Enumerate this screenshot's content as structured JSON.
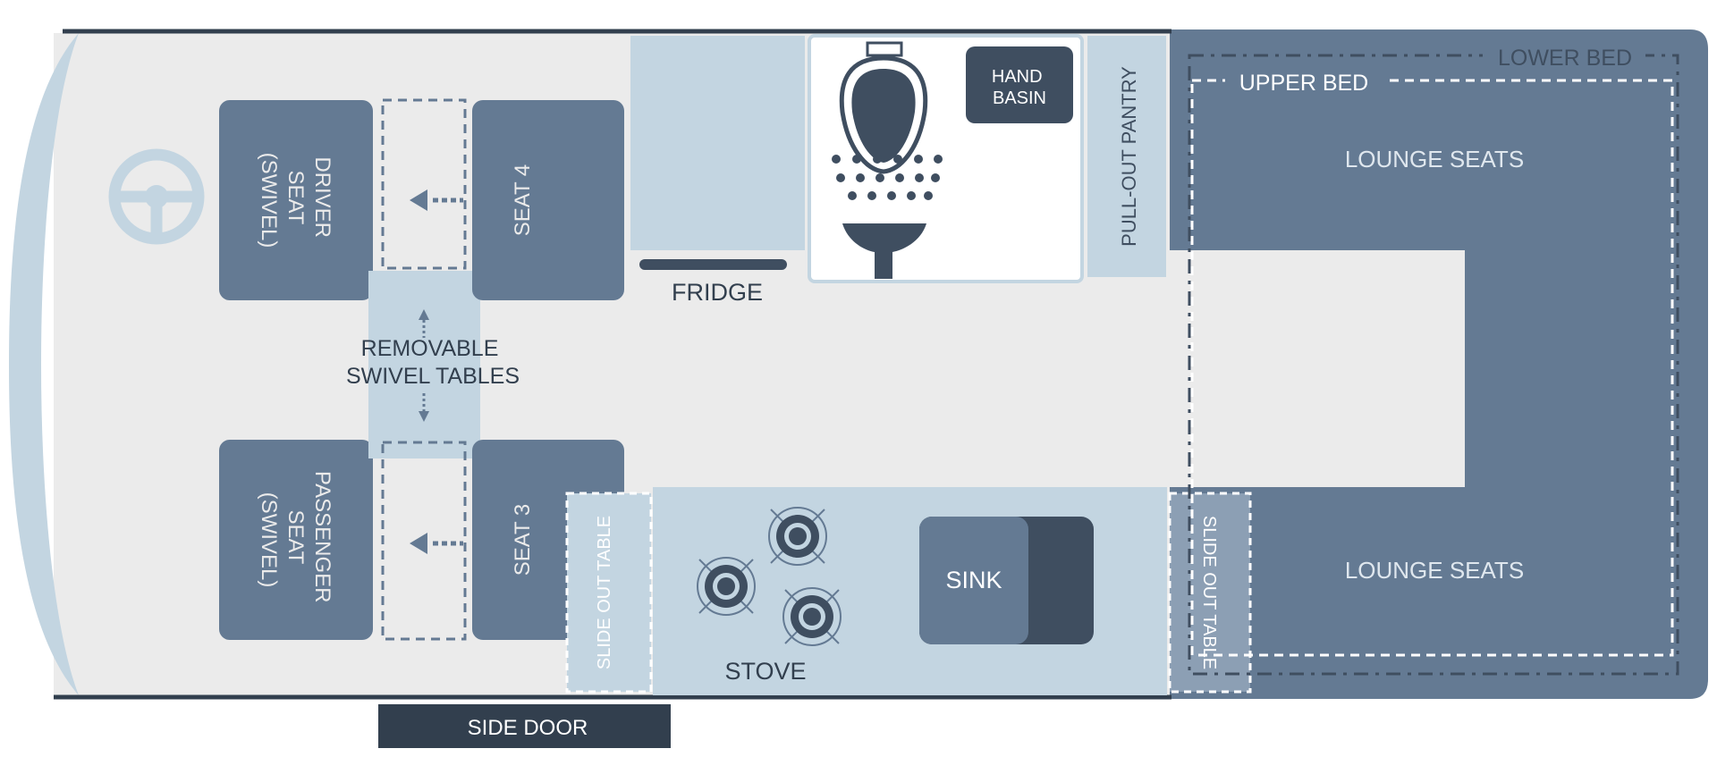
{
  "labels": {
    "driver_seat": [
      "DRIVER",
      "SEAT",
      "(SWIVEL)"
    ],
    "passenger_seat": [
      "PASSENGER",
      "SEAT",
      "(SWIVEL)"
    ],
    "seat4": "SEAT 4",
    "seat3": "SEAT 3",
    "fridge": "FRIDGE",
    "hand_basin": [
      "HAND",
      "BASIN"
    ],
    "pantry": "PULL-OUT PANTRY",
    "lower_bed": "LOWER BED",
    "upper_bed": "UPPER BED",
    "lounge_top": "LOUNGE SEATS",
    "lounge_bottom": "LOUNGE SEATS",
    "tables": [
      "REMOVABLE",
      "SWIVEL TABLES"
    ],
    "slide_left": "SLIDE OUT TABLE",
    "slide_right": "SLIDE OUT TABLE",
    "stove": "STOVE",
    "sink": "SINK",
    "side_door": "SIDE DOOR"
  },
  "icons": {
    "steering": "steering-wheel-icon",
    "toilet": "toilet-icon",
    "shower": "shower-icon",
    "burner": "stove-burner-icon"
  },
  "colors": {
    "dark_slate": "#647a93",
    "darker_slate": "#3f4e60",
    "light_blue": "#c3d5e1",
    "floor": "#ebebeb",
    "outline": "#323f4e",
    "white": "#ffffff"
  }
}
